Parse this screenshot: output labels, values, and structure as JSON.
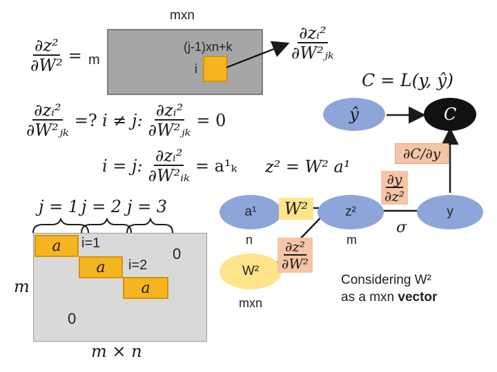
{
  "top_matrix": {
    "title": "mxn",
    "rows_label": "m",
    "element_index": "(j-1)xn+k",
    "row_index": "i"
  },
  "eq1": {
    "lhs_num": "∂z²",
    "lhs_den": "∂W²",
    "eq": "="
  },
  "eq_target": {
    "num": "∂zᵢ²",
    "den": "∂W²ⱼₖ"
  },
  "eq2": {
    "num": "∂zᵢ²",
    "den": "∂W²ⱼₖ",
    "rhs": "=?"
  },
  "eq3": {
    "cond": "i ≠ j:",
    "num": "∂zᵢ²",
    "den": "∂W²ⱼₖ",
    "rhs": "= 0"
  },
  "eq4": {
    "cond": "i = j:",
    "num": "∂zᵢ²",
    "den": "∂W²ᵢₖ",
    "rhs": "= a¹ₖ"
  },
  "loss_eq": "C = L(y, ŷ)",
  "layer_eq": "z² = W² a¹",
  "bottom_matrix": {
    "j_labels": [
      "j = 1",
      "j = 2",
      "j = 3"
    ],
    "row_labels": [
      "i=1",
      "i=2"
    ],
    "cell_labels": [
      "a",
      "a",
      "a"
    ],
    "zero_right": "0",
    "zero_bottom": "0",
    "side_label": "m",
    "size_label": "m × n"
  },
  "graph": {
    "yhat": "ŷ",
    "cost": "C",
    "dC_dy": "∂C/∂y",
    "dy_num": "∂y",
    "dy_den": "∂z²",
    "a1": "a¹",
    "a1_dim": "n",
    "W2_box": "W²",
    "z2": "z²",
    "z2_dim": "m",
    "sigma": "σ",
    "y": "y",
    "W2_node": "W²",
    "W2_dim": "mxn",
    "dz_num": "∂z²",
    "dz_den": "∂W²"
  },
  "note": {
    "line1": "Considering W²",
    "line2_prefix": "as a mxn ",
    "line2_bold": "vector"
  },
  "colors": {
    "matrix": "#a6a6a6",
    "yellow": "#f5b51f",
    "orange": "#f6c4a6",
    "yellow_soft": "#ffe48a",
    "blue_node": "#8ea5d9",
    "yellow_node": "#ffe48a"
  }
}
